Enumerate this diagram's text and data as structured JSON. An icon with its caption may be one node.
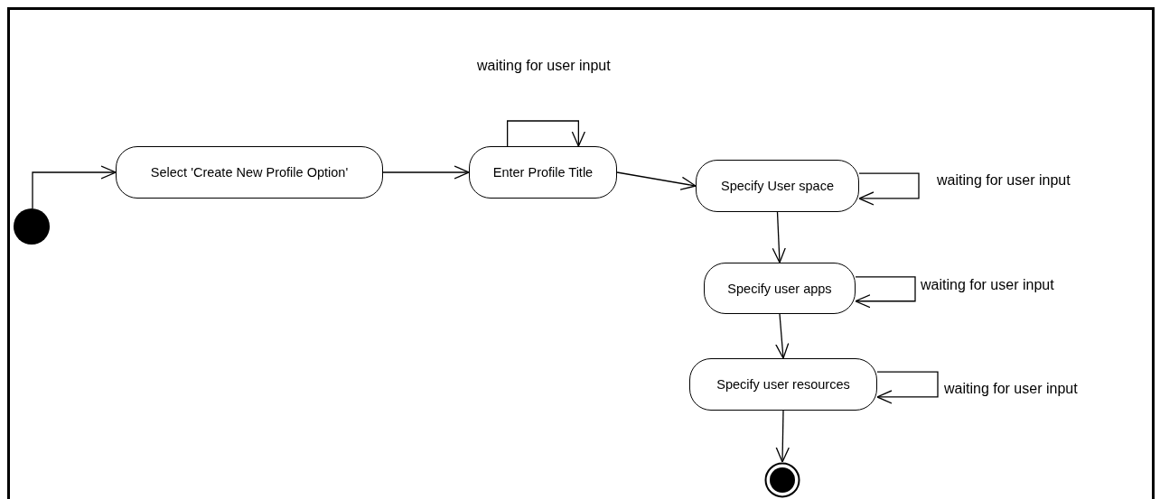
{
  "diagram": {
    "nodes": [
      {
        "text": [],
        "shape": "circle"
      },
      {
        "text": [
          "Select 'Create New Profile Option'"
        ]
      },
      {
        "text": [
          "Enter Profile Title"
        ]
      },
      {
        "text": [
          "Specify User space"
        ]
      },
      {
        "text": [
          "Specify user apps"
        ]
      },
      {
        "text": [
          "Specify user resources"
        ]
      },
      {
        "text": [],
        "shape": "bullseye"
      }
    ],
    "edges": [
      {
        "from": 0,
        "to": 1,
        "arrow": "to"
      },
      {
        "from": 1,
        "to": 2,
        "arrow": "to"
      },
      {
        "from": 2,
        "to": 2,
        "arrow": "to",
        "label": "waiting for user input"
      },
      {
        "from": 2,
        "to": 3,
        "arrow": "to"
      },
      {
        "from": 3,
        "to": 3,
        "arrow": "to",
        "label": "waiting for user input"
      },
      {
        "from": 3,
        "to": 4,
        "arrow": "to"
      },
      {
        "from": 4,
        "to": 4,
        "arrow": "to",
        "label": "waiting for user input"
      },
      {
        "from": 4,
        "to": 5,
        "arrow": "to"
      },
      {
        "from": 5,
        "to": 5,
        "arrow": "to",
        "label": "waiting for user input"
      },
      {
        "from": 5,
        "to": 6,
        "arrow": "to"
      }
    ]
  }
}
